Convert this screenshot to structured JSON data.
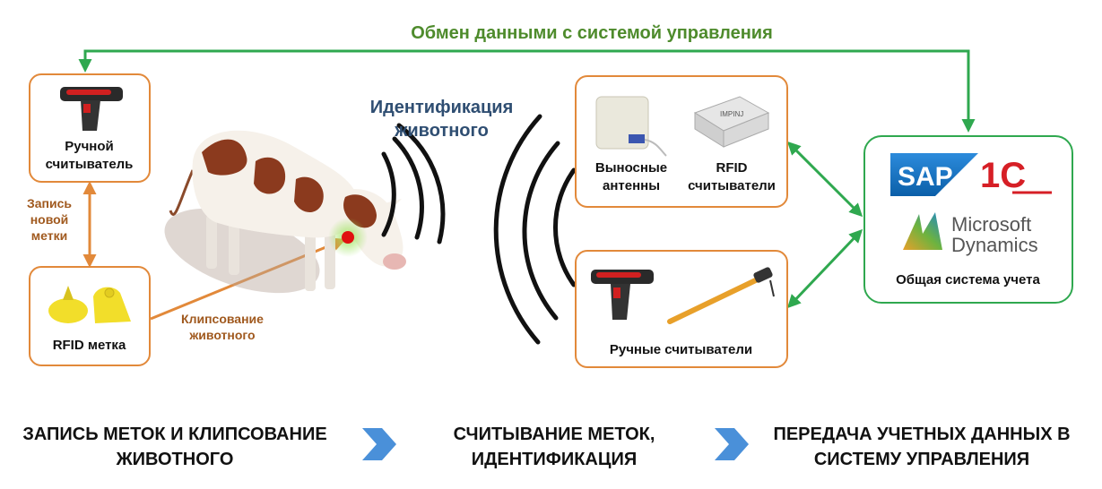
{
  "top_exchange_label": "Обмен данными с системой управления",
  "identification_label": "Идентификация животного",
  "left": {
    "handheld_reader": "Ручной считыватель",
    "write_new_tag": "Запись новой метки",
    "rfid_tag": "RFID метка"
  },
  "clipping_label": "Клипсование животного",
  "right": {
    "antennas_label": "Выносные антенны",
    "rfid_readers_label": "RFID считыватели",
    "impinj_logo": "IMPINJ",
    "handheld_readers_label": "Ручные считыватели"
  },
  "system": {
    "sap_logo": "SAP",
    "onec_logo": "1С",
    "ms_logo_line1": "Microsoft",
    "ms_logo_line2": "Dynamics",
    "label": "Общая система учета"
  },
  "steps": {
    "step1": "ЗАПИСЬ МЕТОК И КЛИПСОВАНИЕ ЖИВОТНОГО",
    "step2": "СЧИТЫВАНИЕ МЕТОК, ИДЕНТИФИКАЦИЯ",
    "step3": "ПЕРЕДАЧА УЧЕТНЫХ ДАННЫХ В СИСТЕМУ УПРАВЛЕНИЯ"
  },
  "colors": {
    "orange": "#E2893A",
    "green": "#2FA84F",
    "title_green": "#4E8B2C",
    "title_blue": "#2F4E72",
    "label_brown": "#A0591E",
    "chevron_blue": "#4A90D9"
  }
}
